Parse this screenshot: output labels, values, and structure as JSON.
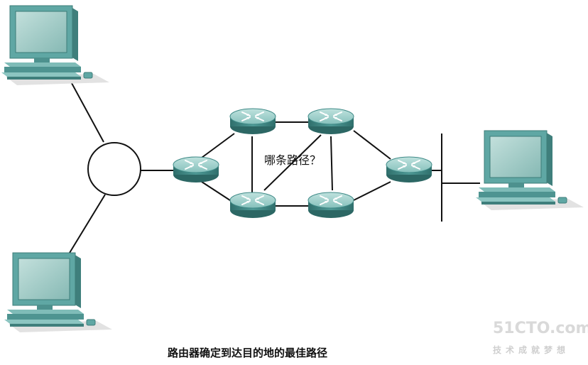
{
  "labels": {
    "question": "哪条路径？",
    "caption": "路由器确定到达目的地的最佳路径"
  },
  "watermark": {
    "logo": "51CTO.com",
    "slogan": "技术成就梦想"
  },
  "colors": {
    "device_body": "#5fa7a4",
    "device_screen": "#a6cdc9",
    "router_top": "#9ed0cc",
    "router_side": "#3f8a87",
    "line": "#111111"
  }
}
